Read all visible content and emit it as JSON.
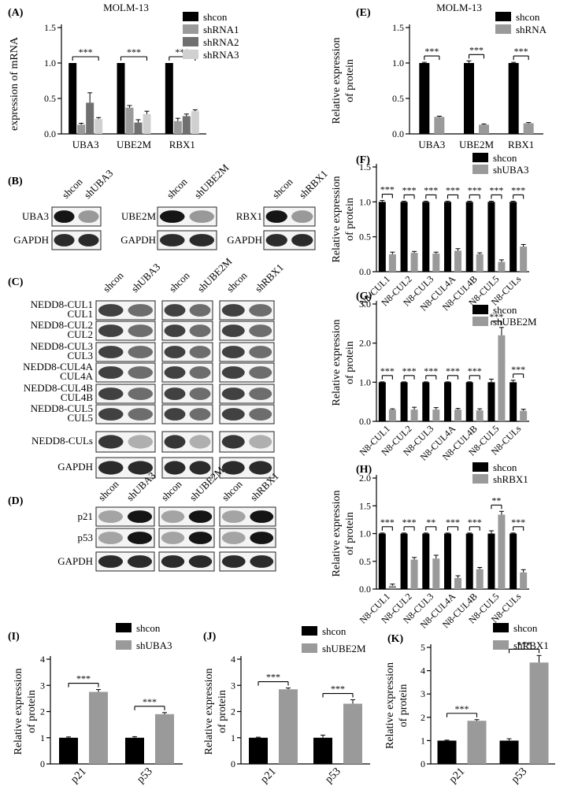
{
  "colors": {
    "shcon": "#000000",
    "g1": "#9a9a9a",
    "g2": "#707070",
    "g3": "#d0d0d0",
    "sh": "#9a9a9a"
  },
  "star_labels": {
    "s3": "***",
    "s2": "**"
  },
  "chart_data": [
    {
      "id": "A",
      "panel_label": "(A)",
      "type": "bar",
      "title": "MOLM-13",
      "ylabel": "expression of mRNA",
      "categories": [
        "UBA3",
        "UBE2M",
        "RBX1"
      ],
      "ylim": [
        0,
        1.5
      ],
      "ticks": [
        "0.0",
        "0.5",
        "1.0",
        "1.5"
      ],
      "legend": "top-right",
      "series": [
        {
          "name": "shcon",
          "values": [
            1.0,
            1.0,
            1.0
          ],
          "err": [
            0,
            0,
            0
          ]
        },
        {
          "name": "shRNA1",
          "values": [
            0.13,
            0.37,
            0.18
          ],
          "err": [
            0.02,
            0.03,
            0.04
          ]
        },
        {
          "name": "shRNA2",
          "values": [
            0.44,
            0.16,
            0.25
          ],
          "err": [
            0.14,
            0.04,
            0.03
          ]
        },
        {
          "name": "shRNA3",
          "values": [
            0.21,
            0.28,
            0.32
          ],
          "err": [
            0.02,
            0.04,
            0.02
          ]
        }
      ],
      "sig": [
        "***",
        "***",
        "***"
      ]
    },
    {
      "id": "E",
      "panel_label": "(E)",
      "type": "bar",
      "title": "MOLM-13",
      "ylabel": "Relative expression of protein",
      "categories": [
        "UBA3",
        "UBE2M",
        "RBX1"
      ],
      "ylim": [
        0,
        1.5
      ],
      "ticks": [
        "0.0",
        "0.5",
        "1.0",
        "1.5"
      ],
      "legend": "top-right",
      "series": [
        {
          "name": "shcon",
          "values": [
            1.0,
            1.0,
            1.0
          ],
          "err": [
            0.01,
            0.03,
            0.01
          ]
        },
        {
          "name": "shRNA",
          "values": [
            0.24,
            0.13,
            0.15
          ],
          "err": [
            0.01,
            0.01,
            0.01
          ]
        }
      ],
      "sig": [
        "***",
        "***",
        "***"
      ]
    },
    {
      "id": "F",
      "panel_label": "(F)",
      "type": "bar",
      "ylabel": "Relative expression of protein",
      "categories": [
        "N8-CUL1",
        "N8-CUL2",
        "N8-CUL3",
        "N8-CUL4A",
        "N8-CUL4B",
        "N8-CUL5",
        "N8-CULs"
      ],
      "ylim": [
        0,
        1.5
      ],
      "ticks": [
        "0.0",
        "0.5",
        "1.0",
        "1.5"
      ],
      "legend": "top-right",
      "series": [
        {
          "name": "shcon",
          "values": [
            1,
            1,
            1,
            1,
            1,
            1,
            1
          ],
          "err": [
            0.02,
            0.01,
            0.01,
            0.01,
            0.01,
            0.01,
            0.01
          ]
        },
        {
          "name": "shUBA3",
          "values": [
            0.25,
            0.27,
            0.26,
            0.3,
            0.25,
            0.14,
            0.36
          ],
          "err": [
            0.03,
            0.02,
            0.02,
            0.03,
            0.02,
            0.03,
            0.03
          ]
        }
      ],
      "sig": [
        "***",
        "***",
        "***",
        "***",
        "***",
        "***",
        "***"
      ]
    },
    {
      "id": "G",
      "panel_label": "(G)",
      "type": "bar",
      "ylabel": "Relative expression of protein",
      "categories": [
        "N8-CUL1",
        "N8-CUL2",
        "N8-CUL3",
        "N8-CUL4A",
        "N8-CUL4B",
        "N8-CUL5",
        "N8-CULs"
      ],
      "ylim": [
        0,
        3.0
      ],
      "ticks": [
        "0.0",
        "1.0",
        "2.0",
        "3.0"
      ],
      "legend": "top-right",
      "series": [
        {
          "name": "shcon",
          "values": [
            1,
            1,
            1,
            1,
            1,
            1,
            1
          ],
          "err": [
            0.01,
            0.01,
            0.01,
            0.01,
            0.01,
            0.08,
            0.05
          ]
        },
        {
          "name": "shUBE2M",
          "values": [
            0.3,
            0.3,
            0.3,
            0.3,
            0.28,
            2.2,
            0.27
          ],
          "err": [
            0.02,
            0.06,
            0.05,
            0.03,
            0.04,
            0.2,
            0.04
          ]
        }
      ],
      "sig": [
        "***",
        "***",
        "***",
        "***",
        "***",
        "***",
        "***"
      ]
    },
    {
      "id": "H",
      "panel_label": "(H)",
      "type": "bar",
      "ylabel": "Relative expression of protein",
      "categories": [
        "N8-CUL1",
        "N8-CUL2",
        "N8-CUL3",
        "N8-CUL4A",
        "N8-CUL4B",
        "N8-CUL5",
        "N8-CULs"
      ],
      "ylim": [
        0,
        2.0
      ],
      "ticks": [
        "0.0",
        "0.5",
        "1.0",
        "1.5",
        "2.0"
      ],
      "legend": "top-right",
      "series": [
        {
          "name": "shcon",
          "values": [
            1,
            1,
            1,
            1,
            1,
            1,
            1
          ],
          "err": [
            0.01,
            0.01,
            0.01,
            0.01,
            0.01,
            0.05,
            0.01
          ]
        },
        {
          "name": "shRBX1",
          "values": [
            0.06,
            0.53,
            0.55,
            0.2,
            0.36,
            1.34,
            0.3
          ],
          "err": [
            0.03,
            0.04,
            0.06,
            0.04,
            0.03,
            0.06,
            0.05
          ]
        }
      ],
      "sig": [
        "***",
        "***",
        "**",
        "***",
        "***",
        "**",
        "***"
      ]
    },
    {
      "id": "I",
      "panel_label": "(I)",
      "type": "bar",
      "ylabel": "Relative expression of protein",
      "categories": [
        "p21",
        "p53"
      ],
      "ylim": [
        0,
        4
      ],
      "ticks": [
        "0",
        "1",
        "2",
        "3",
        "4"
      ],
      "legend": "top",
      "series": [
        {
          "name": "shcon",
          "values": [
            1.0,
            1.0
          ],
          "err": [
            0.03,
            0.04
          ]
        },
        {
          "name": "shUBA3",
          "values": [
            2.75,
            1.9
          ],
          "err": [
            0.09,
            0.06
          ]
        }
      ],
      "sig": [
        "***",
        "***"
      ]
    },
    {
      "id": "J",
      "panel_label": "(J)",
      "type": "bar",
      "ylabel": "Relative expression of protein",
      "categories": [
        "p21",
        "p53"
      ],
      "ylim": [
        0,
        4
      ],
      "ticks": [
        "0",
        "1",
        "2",
        "3",
        "4"
      ],
      "legend": "top",
      "series": [
        {
          "name": "shcon",
          "values": [
            1.0,
            1.0
          ],
          "err": [
            0.02,
            0.1
          ]
        },
        {
          "name": "shUBE2M",
          "values": [
            2.85,
            2.3
          ],
          "err": [
            0.05,
            0.15
          ]
        }
      ],
      "sig": [
        "***",
        "***"
      ]
    },
    {
      "id": "K",
      "panel_label": "(K)",
      "type": "bar",
      "ylabel": "Relative expression of protein",
      "categories": [
        "p21",
        "p53"
      ],
      "ylim": [
        0,
        5
      ],
      "ticks": [
        "0",
        "1",
        "2",
        "3",
        "4",
        "5"
      ],
      "legend": "top",
      "series": [
        {
          "name": "shcon",
          "values": [
            1.0,
            1.0
          ],
          "err": [
            0.02,
            0.08
          ]
        },
        {
          "name": "shRBX1",
          "values": [
            1.85,
            4.35
          ],
          "err": [
            0.05,
            0.3
          ]
        }
      ],
      "sig": [
        "***",
        "***"
      ]
    }
  ],
  "blots": {
    "B": {
      "panel_label": "(B)",
      "groups": [
        {
          "lanes": [
            "shcon",
            "shUBA3"
          ],
          "rows": [
            "UBA3",
            "GAPDH"
          ]
        },
        {
          "lanes": [
            "shcon",
            "shUBE2M"
          ],
          "rows": [
            "UBE2M",
            "GAPDH"
          ]
        },
        {
          "lanes": [
            "shcon",
            "shRBX1"
          ],
          "rows": [
            "RBX1",
            "GAPDH"
          ]
        }
      ]
    },
    "C": {
      "panel_label": "(C)",
      "lanes": [
        [
          "shcon",
          "shUBA3"
        ],
        [
          "shcon",
          "shUBE2M"
        ],
        [
          "shcon",
          "shRBX1"
        ]
      ],
      "rows": [
        [
          "NEDD8-CUL1",
          "CUL1"
        ],
        [
          "NEDD8-CUL2",
          "CUL2"
        ],
        [
          "NEDD8-CUL3",
          "CUL3"
        ],
        [
          "NEDD8-CUL4A",
          "CUL4A"
        ],
        [
          "NEDD8-CUL4B",
          "CUL4B"
        ],
        [
          "NEDD8-CUL5",
          "CUL5"
        ],
        [
          "NEDD8-CULs"
        ],
        [
          "GAPDH"
        ]
      ]
    },
    "D": {
      "panel_label": "(D)",
      "lanes": [
        [
          "shcon",
          "shUBA3"
        ],
        [
          "shcon",
          "shUBE2M"
        ],
        [
          "shcon",
          "shRBX1"
        ]
      ],
      "rows": [
        "p21",
        "p53",
        "GAPDH"
      ]
    }
  }
}
